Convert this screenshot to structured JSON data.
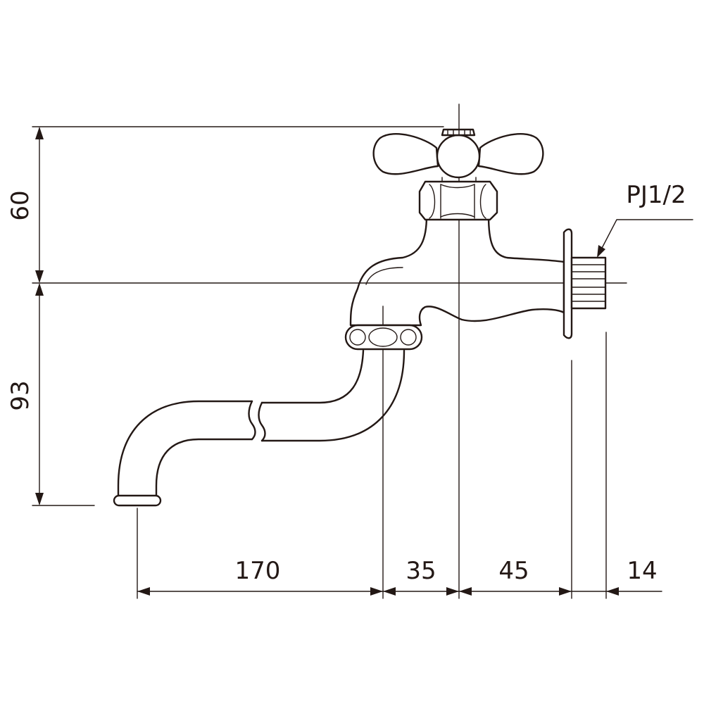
{
  "dimensions": {
    "height_upper": "60",
    "height_lower": "93",
    "spout_reach": "170",
    "outlet_to_center": "35",
    "center_to_flange": "45",
    "thread_length": "14"
  },
  "callouts": {
    "thread": "PJ1/2"
  }
}
